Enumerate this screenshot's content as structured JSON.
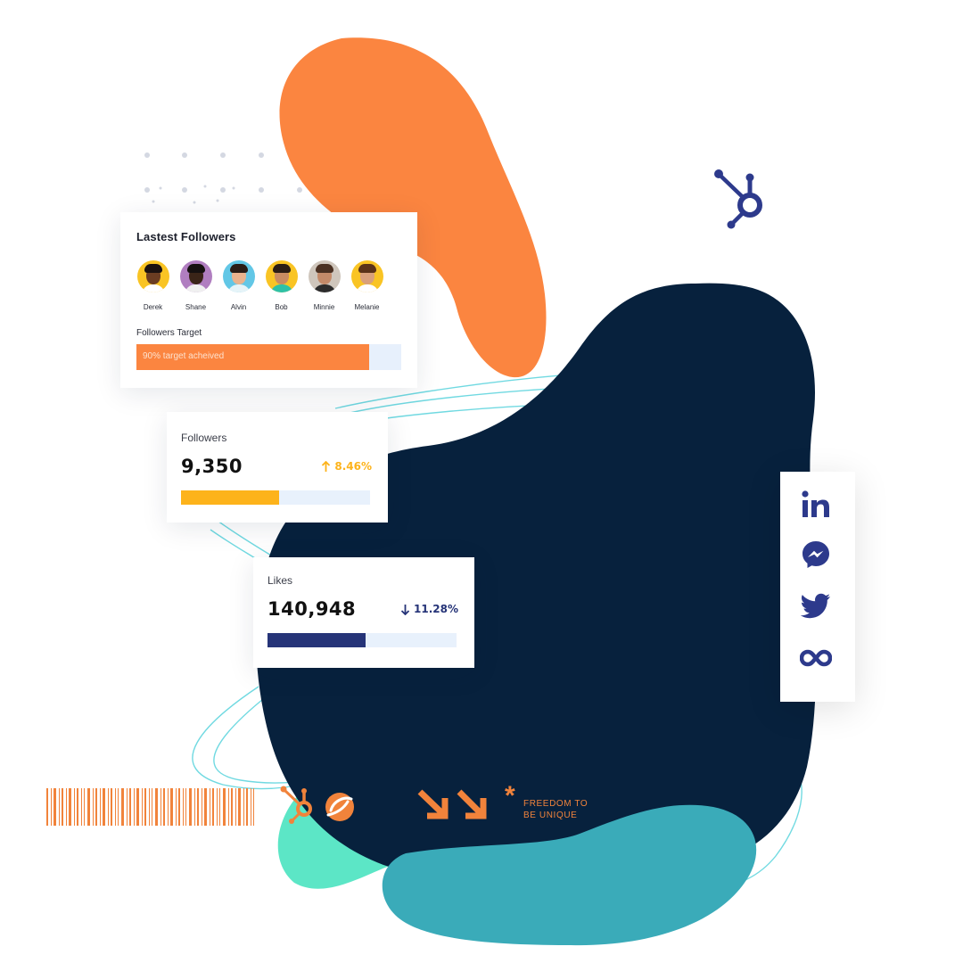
{
  "latest_followers": {
    "title": "Lastest Followers",
    "followers": [
      {
        "name": "Derek",
        "bg": "#f9c424",
        "skin": "#6b3d22",
        "hair": "#1b1210",
        "shirt": "#ffffff"
      },
      {
        "name": "Shane",
        "bg": "#b07ec0",
        "skin": "#3a2418",
        "hair": "#151010",
        "shirt": "#f0f0f0"
      },
      {
        "name": "Alvin",
        "bg": "#62c7e6",
        "skin": "#e9b38e",
        "hair": "#2a1d17",
        "shirt": "#e6f4f8"
      },
      {
        "name": "Bob",
        "bg": "#f9c424",
        "skin": "#c98b62",
        "hair": "#2b1d15",
        "shirt": "#2ec1a7"
      },
      {
        "name": "Minnie",
        "bg": "#cfc6bc",
        "skin": "#c38a69",
        "hair": "#4a3022",
        "shirt": "#2c2c2c"
      },
      {
        "name": "Melanie",
        "bg": "#f9c424",
        "skin": "#d9a07b",
        "hair": "#5a3218",
        "shirt": "#ffffff"
      }
    ],
    "target_label": "Followers Target",
    "target_text": "90% target acheived",
    "target_progress": 0.88
  },
  "followers_stat": {
    "label": "Followers",
    "value": "9,350",
    "change": "8.46%",
    "direction": "up",
    "progress": 0.52
  },
  "likes_stat": {
    "label": "Likes",
    "value": "140,948",
    "change": "11.28%",
    "direction": "down",
    "progress": 0.52
  },
  "social_icons": [
    "linkedin-icon",
    "messenger-icon",
    "twitter-icon",
    "infinity-icon"
  ],
  "tagline": {
    "line1": "FREEDOM TO",
    "line2": "BE UNIQUE"
  },
  "colors": {
    "orange": "#fb8540",
    "navy": "#07213d",
    "teal": "#3aabb9",
    "mint": "#5ce6c6",
    "brand_indigo": "#2d3a8c",
    "yellow": "#fdb31b"
  }
}
